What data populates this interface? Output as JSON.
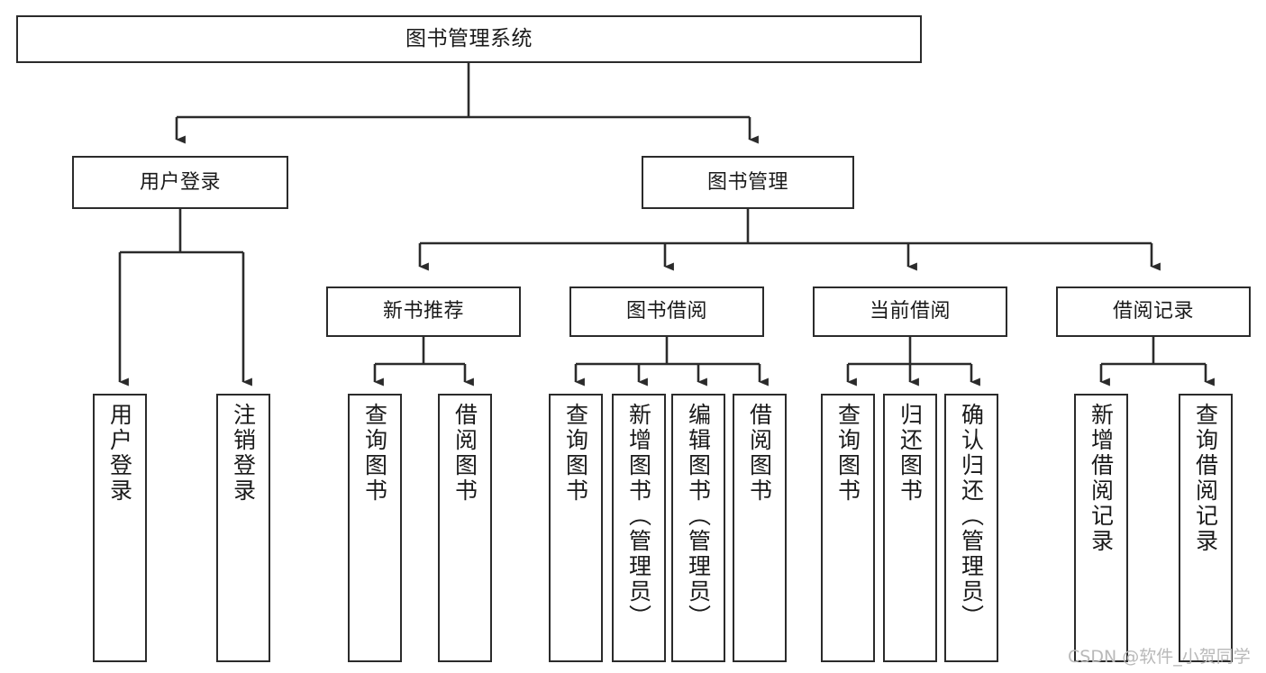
{
  "diagram": {
    "type": "tree",
    "title": "图书管理系统",
    "watermark": "CSDN @软件_小贺同学",
    "colors": {
      "border": "#2b2b2b",
      "background": "#ffffff",
      "text": "#1a1a1a",
      "edge": "#2b2b2b",
      "watermark": "#b9b9b9"
    },
    "nodes": {
      "root": {
        "label": "图书管理系统"
      },
      "level2": [
        {
          "id": "user-login",
          "label": "用户登录"
        },
        {
          "id": "book-manage",
          "label": "图书管理"
        }
      ],
      "level3": [
        {
          "id": "new-book-recommend",
          "label": "新书推荐"
        },
        {
          "id": "book-borrow",
          "label": "图书借阅"
        },
        {
          "id": "current-borrow",
          "label": "当前借阅"
        },
        {
          "id": "borrow-record",
          "label": "借阅记录"
        }
      ],
      "leaves": {
        "user_login": [
          {
            "id": "leaf-user-login",
            "label": "用户登录"
          },
          {
            "id": "leaf-logout-login",
            "label": "注销登录"
          }
        ],
        "new_book_recommend": [
          {
            "id": "leaf-query-book-1",
            "label": "查询图书"
          },
          {
            "id": "leaf-borrow-book-1",
            "label": "借阅图书"
          }
        ],
        "book_borrow": [
          {
            "id": "leaf-query-book-2",
            "label": "查询图书"
          },
          {
            "id": "leaf-add-book",
            "label": "新增图书（管理员）"
          },
          {
            "id": "leaf-edit-book",
            "label": "编辑图书（管理员）"
          },
          {
            "id": "leaf-borrow-book-2",
            "label": "借阅图书"
          }
        ],
        "current_borrow": [
          {
            "id": "leaf-query-book-3",
            "label": "查询图书"
          },
          {
            "id": "leaf-return-book",
            "label": "归还图书"
          },
          {
            "id": "leaf-confirm-return",
            "label": "确认归还（管理员）"
          }
        ],
        "borrow_record": [
          {
            "id": "leaf-add-record",
            "label": "新增借阅记录"
          },
          {
            "id": "leaf-query-record",
            "label": "查询借阅记录"
          }
        ]
      }
    }
  }
}
